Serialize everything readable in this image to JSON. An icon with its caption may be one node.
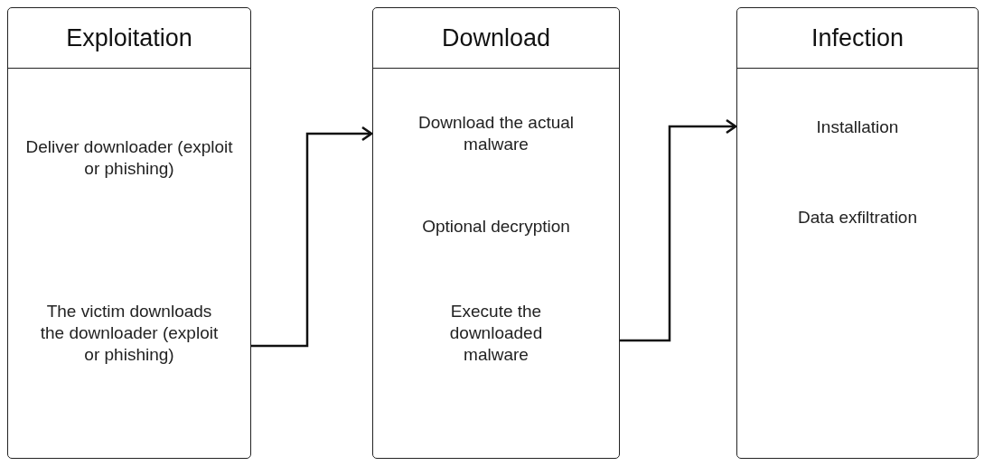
{
  "diagram": {
    "nodes": [
      {
        "text": [
          "Exploitation",
          "Deliver downloader (exploit or phishing)",
          "The victim downloads the downloader (exploit or phishing)"
        ]
      },
      {
        "text": [
          "Download",
          "Download the actual malware",
          "Optional decryption",
          "Execute the downloaded malware"
        ]
      },
      {
        "text": [
          "Infection",
          "Installation",
          "Data exfiltration"
        ]
      }
    ],
    "edges": [
      {
        "from": 0,
        "to": 1,
        "arrow": "to"
      },
      {
        "from": 1,
        "to": 2,
        "arrow": "to"
      }
    ]
  }
}
